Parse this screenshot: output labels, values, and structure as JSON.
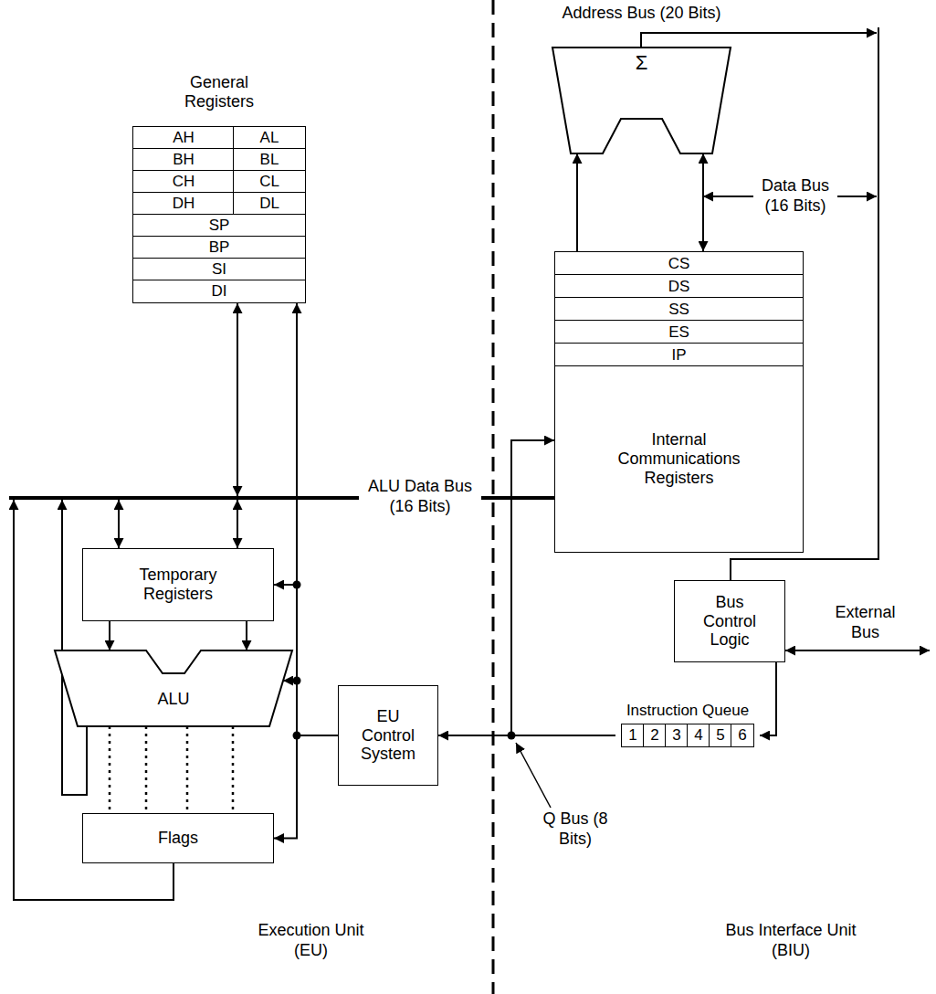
{
  "diagram": {
    "nodes": [
      {
        "text": [
          "General Registers"
        ]
      },
      {
        "text": [
          "AH"
        ],
        "in": 0
      },
      {
        "text": [
          "AL"
        ],
        "in": 0
      },
      {
        "text": [
          "BH"
        ],
        "in": 0
      },
      {
        "text": [
          "BL"
        ],
        "in": 0
      },
      {
        "text": [
          "CH"
        ],
        "in": 0
      },
      {
        "text": [
          "CL"
        ],
        "in": 0
      },
      {
        "text": [
          "DH"
        ],
        "in": 0
      },
      {
        "text": [
          "DL"
        ],
        "in": 0
      },
      {
        "text": [
          "SP"
        ],
        "in": 0
      },
      {
        "text": [
          "BP"
        ],
        "in": 0
      },
      {
        "text": [
          "SI"
        ],
        "in": 0
      },
      {
        "text": [
          "DI"
        ],
        "in": 0
      },
      {
        "text": [
          "Σ"
        ]
      },
      {
        "text": [
          "CS"
        ]
      },
      {
        "text": [
          "DS"
        ]
      },
      {
        "text": [
          "SS"
        ]
      },
      {
        "text": [
          "ES"
        ]
      },
      {
        "text": [
          "IP"
        ]
      },
      {
        "text": [
          "Internal Communications Registers"
        ]
      },
      {
        "text": [
          "Temporary Registers"
        ]
      },
      {
        "text": [
          "ALU"
        ]
      },
      {
        "text": [
          "Flags"
        ]
      },
      {
        "text": [
          "EU Control System"
        ]
      },
      {
        "text": [
          "Bus Control Logic"
        ]
      },
      {
        "text": [
          "Instruction Queue"
        ]
      },
      {
        "text": [
          "1"
        ],
        "in": 25
      },
      {
        "text": [
          "2"
        ],
        "in": 25
      },
      {
        "text": [
          "3"
        ],
        "in": 25
      },
      {
        "text": [
          "4"
        ],
        "in": 25
      },
      {
        "text": [
          "5"
        ],
        "in": 25
      },
      {
        "text": [
          "6"
        ],
        "in": 25
      }
    ],
    "edges": [
      {
        "from": 14,
        "to": 13,
        "arrow": "to"
      },
      {
        "from": 13,
        "to": 14,
        "arrow": "both"
      },
      {
        "from": 20,
        "to": 21,
        "arrow": "to"
      },
      {
        "from": 20,
        "to": 21,
        "arrow": "to"
      },
      {
        "from": 21,
        "to": 22,
        "arrow": "none"
      },
      {
        "from": 21,
        "to": 22,
        "arrow": "none"
      },
      {
        "from": 21,
        "to": 22,
        "arrow": "none"
      },
      {
        "from": 21,
        "to": 22,
        "arrow": "none"
      },
      {
        "from": 23,
        "to": 20,
        "arrow": "to"
      },
      {
        "from": 23,
        "to": 21,
        "arrow": "to"
      },
      {
        "from": 23,
        "to": 22,
        "arrow": "to"
      },
      {
        "from": 23,
        "to": 12,
        "arrow": "to"
      },
      {
        "from": 24,
        "to": 25,
        "arrow": "to"
      },
      {
        "from": 25,
        "to": 23,
        "arrow": "to"
      },
      {
        "from": 25,
        "to": 19,
        "arrow": "to"
      }
    ],
    "labels": [
      "Address Bus (20 Bits)",
      "Data Bus (16 Bits)",
      "ALU Data Bus (16 Bits)",
      "External Bus",
      "Q Bus (8 Bits)",
      "Execution Unit (EU)",
      "Bus Interface Unit (BIU)"
    ]
  }
}
